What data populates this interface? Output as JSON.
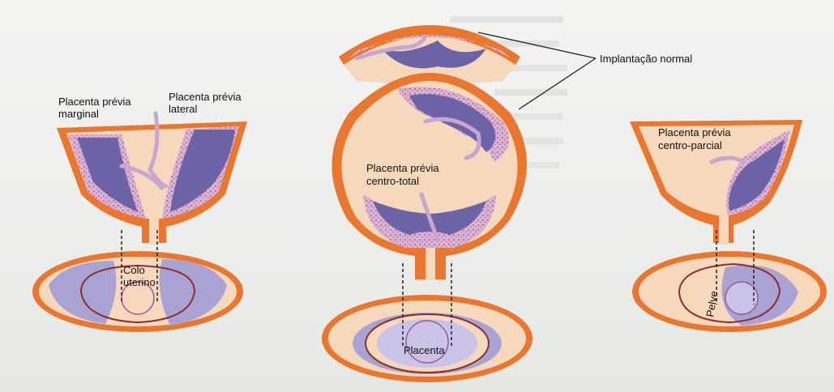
{
  "labels": {
    "implantacao_normal": "Implantação normal",
    "marginal_line1": "Placenta prévia",
    "marginal_line2": "marginal",
    "lateral_line1": "Placenta prévia",
    "lateral_line2": "lateral",
    "centro_total_line1": "Placenta prévia",
    "centro_total_line2": "centro-total",
    "centro_parcial_line1": "Placenta prévia",
    "centro_parcial_line2": "centro-parcial",
    "colo_line1": "Colo",
    "colo_line2": "uterino",
    "placenta": "Placenta",
    "pelve": "Pelve"
  },
  "colors": {
    "uterus_outer": "#e9772f",
    "uterus_inner": "#f6d8bd",
    "placenta_purple": "#6d64a8",
    "placenta_light": "#a9a3d3",
    "decidua_pink": "#dcb2d3",
    "outline_dark": "#8b2d2d",
    "dashed": "#222222"
  }
}
